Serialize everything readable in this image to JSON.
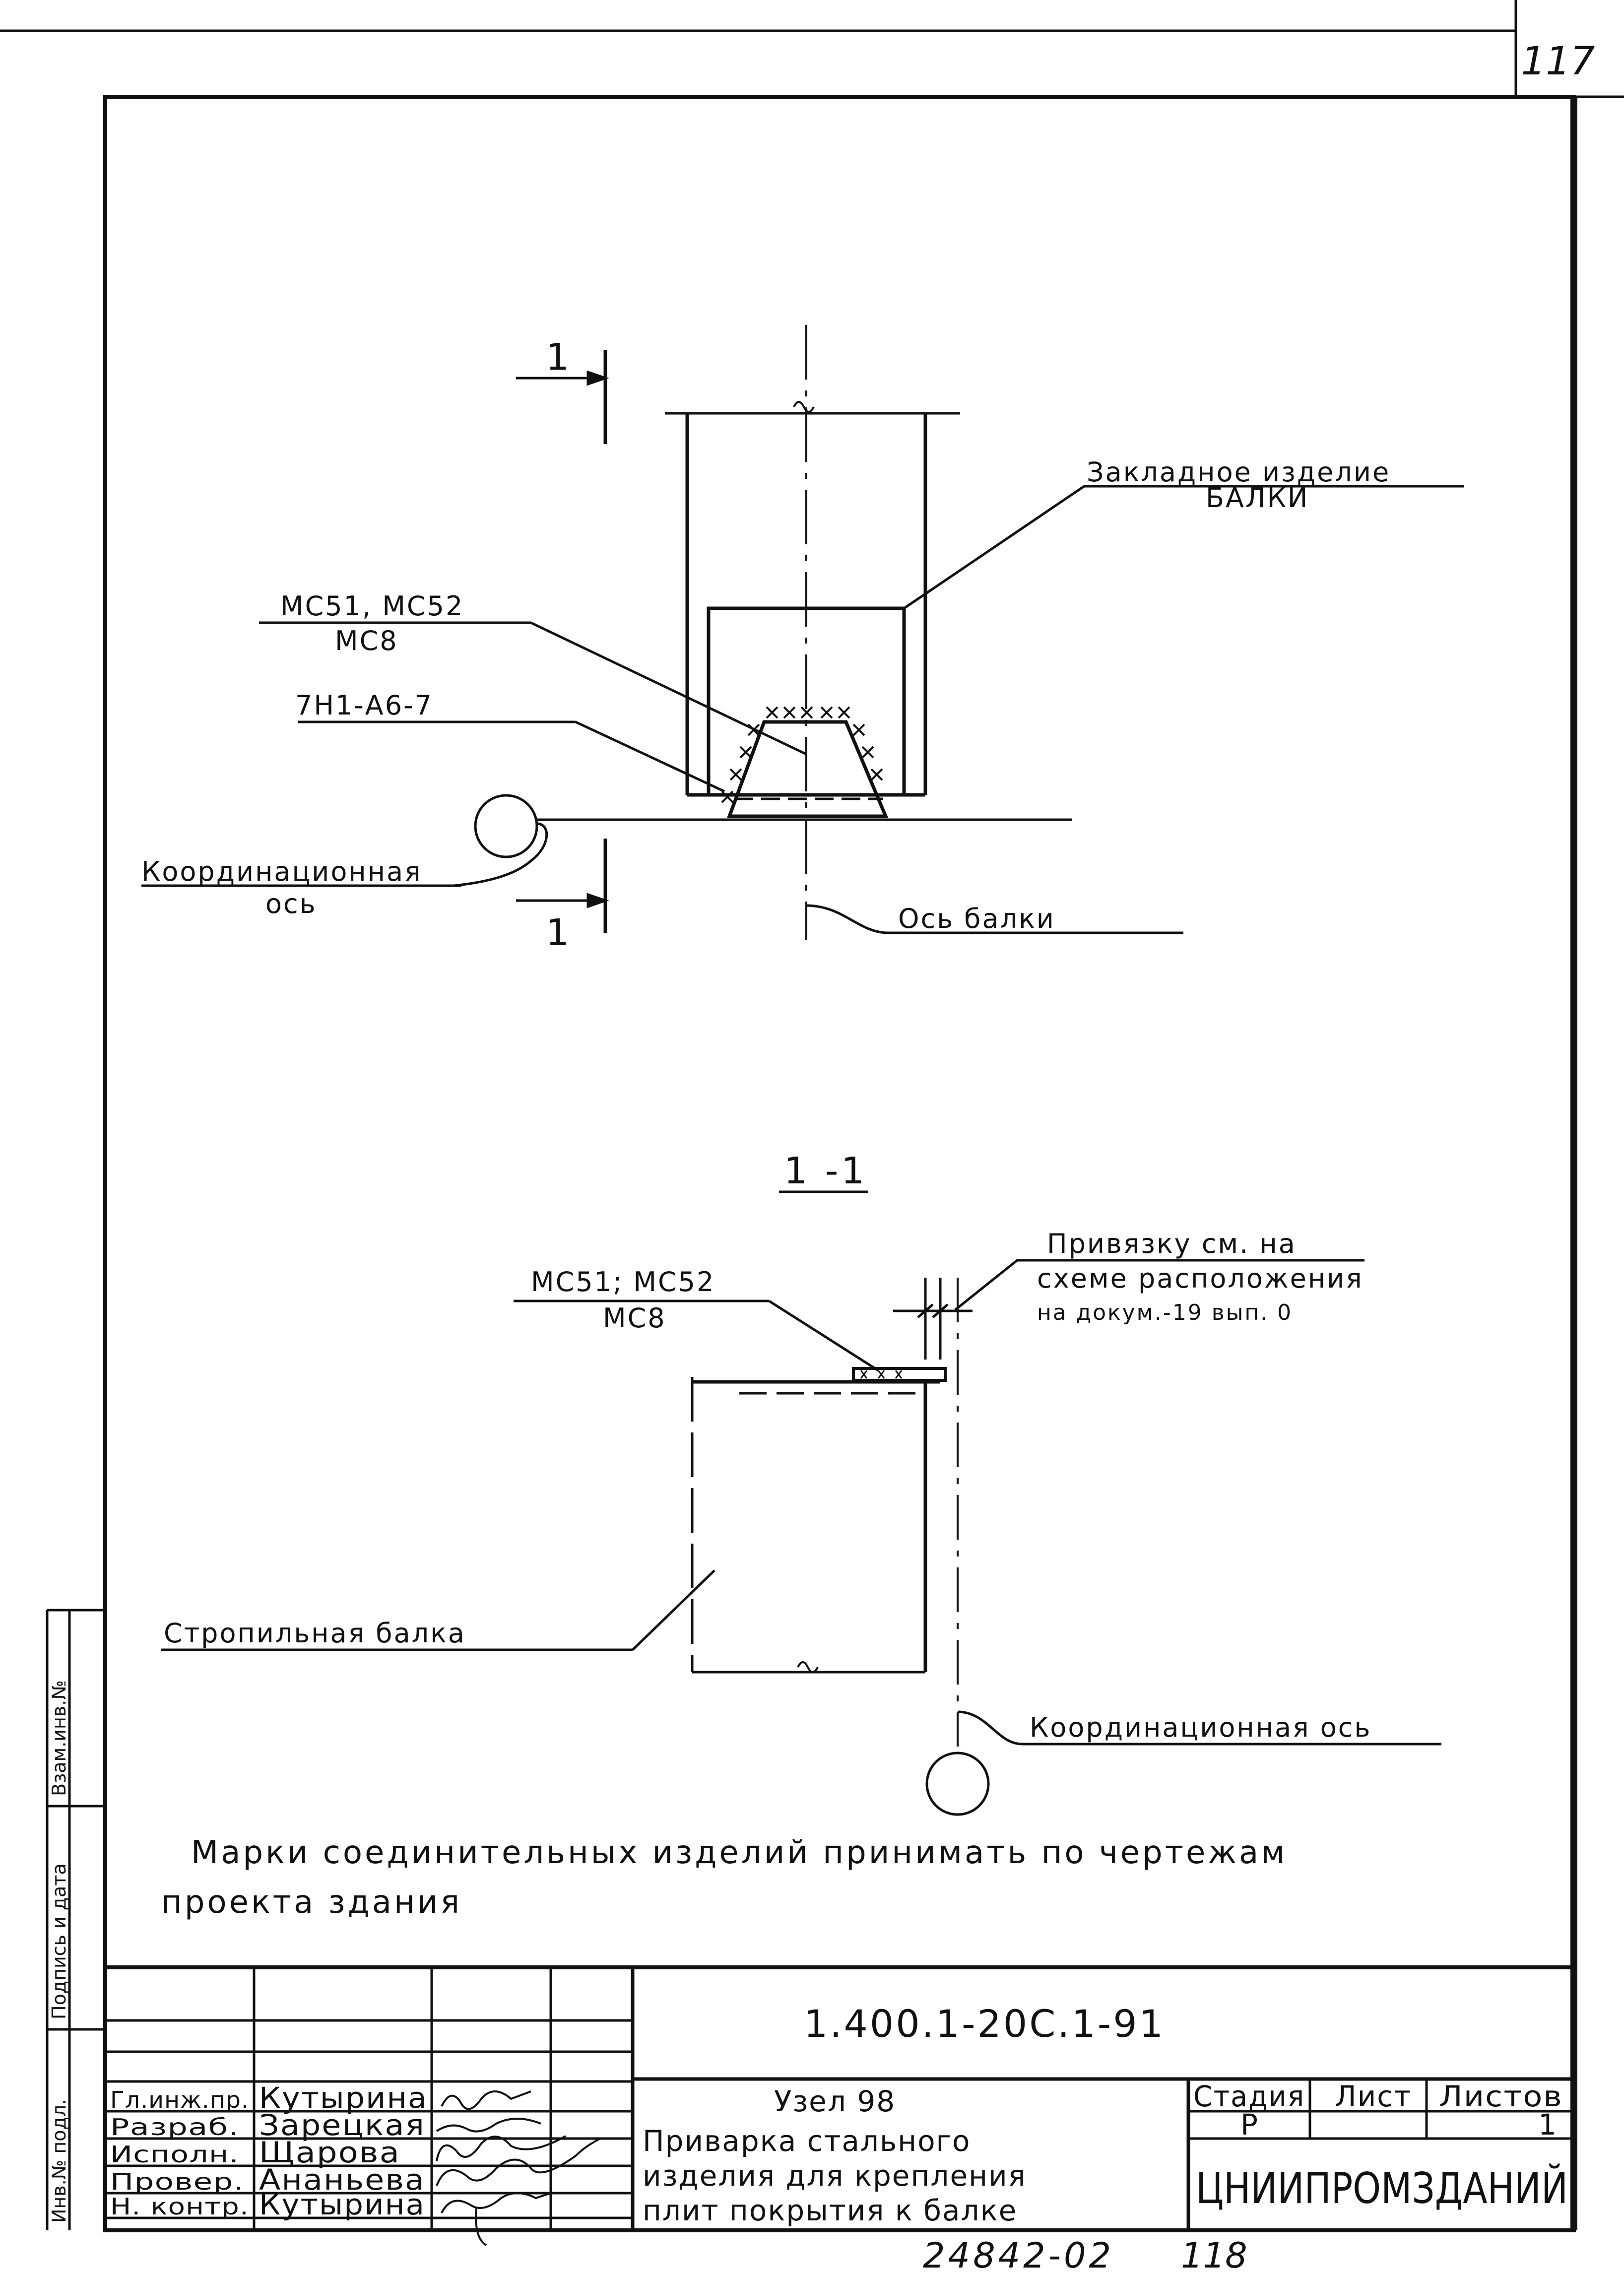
{
  "sheet_number": "117",
  "plan_view": {
    "section_mark": "1",
    "label_embedded_item_line1": "Закладное изделие",
    "label_embedded_item_line2": "БАЛКИ",
    "label_mc_line1": "МС51, МС52",
    "label_mc_line2": "МС8",
    "label_weld": "7Н1-А6-7",
    "label_coord_axis_line1": "Координационная",
    "label_coord_axis_line2": "ось",
    "label_beam_axis": "Ось балки"
  },
  "section_view": {
    "title": "1 -1",
    "label_binding_line1": "Привязку см. на",
    "label_binding_line2": "схеме расположения",
    "label_binding_line3": "на докум.-19  вып. 0",
    "label_mc_line1": "МС51; МС52",
    "label_mc_line2": "МС8",
    "label_rafter_beam": "Стропильная балка",
    "label_coord_axis": "Координационная ось"
  },
  "note": {
    "line1": "Марки соединительных изделий принимать  по чертежам",
    "line2": "проекта здания"
  },
  "side_stamp": {
    "field1": "Взам.инв.№",
    "field2": "Подпись и дата",
    "field3": "Инв.№ подл."
  },
  "title_block": {
    "document_code": "1.400.1-20С.1-91",
    "node_title": "Узел 98",
    "description_line1": "Приварка стального",
    "description_line2": "изделия для крепления",
    "description_line3": "плит покрытия к балке",
    "headers": {
      "stage": "Стадия",
      "sheet": "Лист",
      "sheets": "Листов"
    },
    "stage_value": "Р",
    "sheet_value": "",
    "sheets_value": "1",
    "organization": "ЦНИИПРОМЗДАНИЙ",
    "roles": [
      {
        "role": "Гл.инж.пр.",
        "name": "Кутырина"
      },
      {
        "role": "Разраб.",
        "name": "Зарецкая"
      },
      {
        "role": "Исполн.",
        "name": "Щарова"
      },
      {
        "role": "Провер.",
        "name": "Ананьева"
      },
      {
        "role": "Н. контр.",
        "name": "Кутырина"
      }
    ]
  },
  "archive_number": "24842-02",
  "archive_page": "118"
}
